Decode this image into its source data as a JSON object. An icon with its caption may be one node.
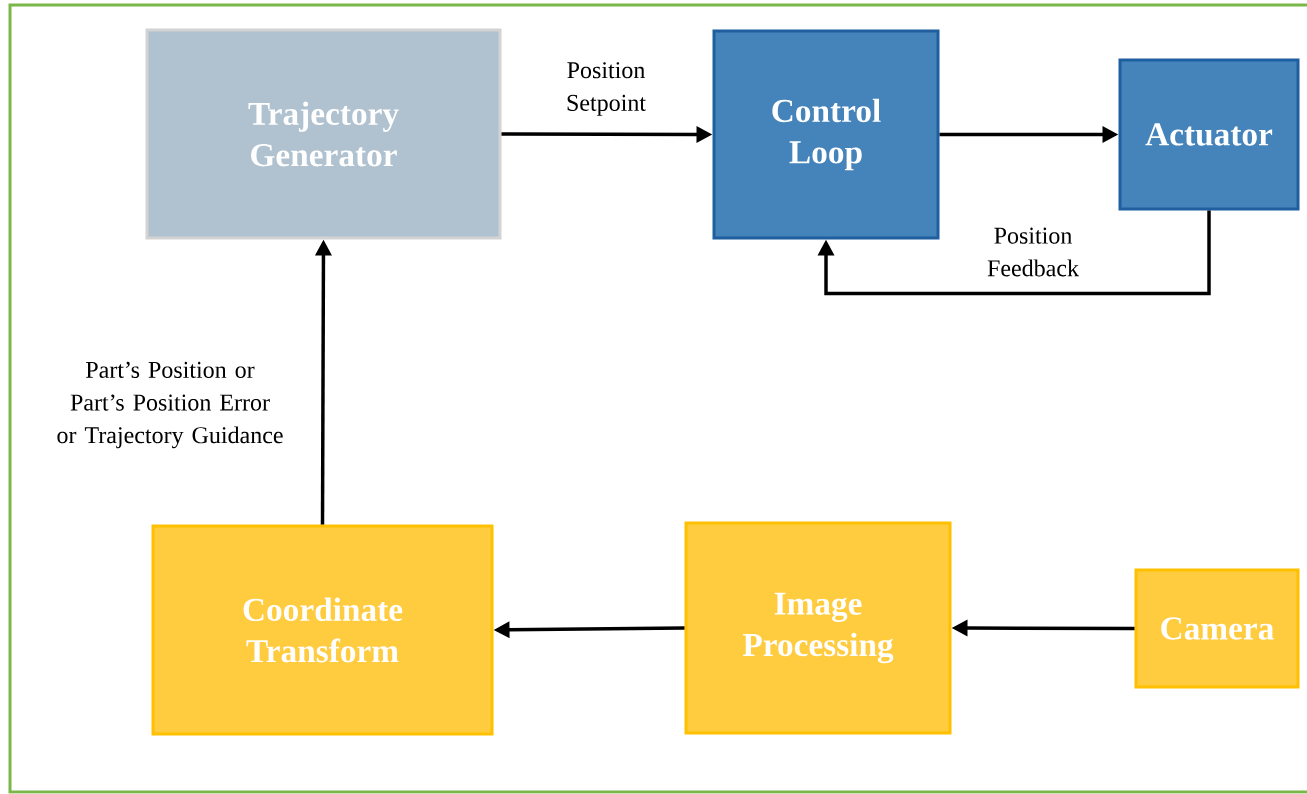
{
  "diagram": {
    "nodes": [
      {
        "text": [
          "Trajectory Generator"
        ]
      },
      {
        "text": [
          "Control Loop"
        ]
      },
      {
        "text": [
          "Actuator"
        ]
      },
      {
        "text": [
          "Coordinate Transform"
        ]
      },
      {
        "text": [
          "Image Processing"
        ]
      },
      {
        "text": [
          "Camera"
        ]
      }
    ],
    "edges": [
      {
        "from": 0,
        "to": 1,
        "arrow": "to",
        "label": "Position Setpoint"
      },
      {
        "from": 1,
        "to": 2,
        "arrow": "to"
      },
      {
        "from": 2,
        "to": 1,
        "arrow": "to",
        "label": "Position Feedback"
      },
      {
        "from": 3,
        "to": 0,
        "arrow": "to",
        "label": "Part’s Position or Part’s Position Error or Trajectory Guidance"
      },
      {
        "from": 4,
        "to": 3,
        "arrow": "to"
      },
      {
        "from": 5,
        "to": 4,
        "arrow": "to"
      }
    ]
  }
}
